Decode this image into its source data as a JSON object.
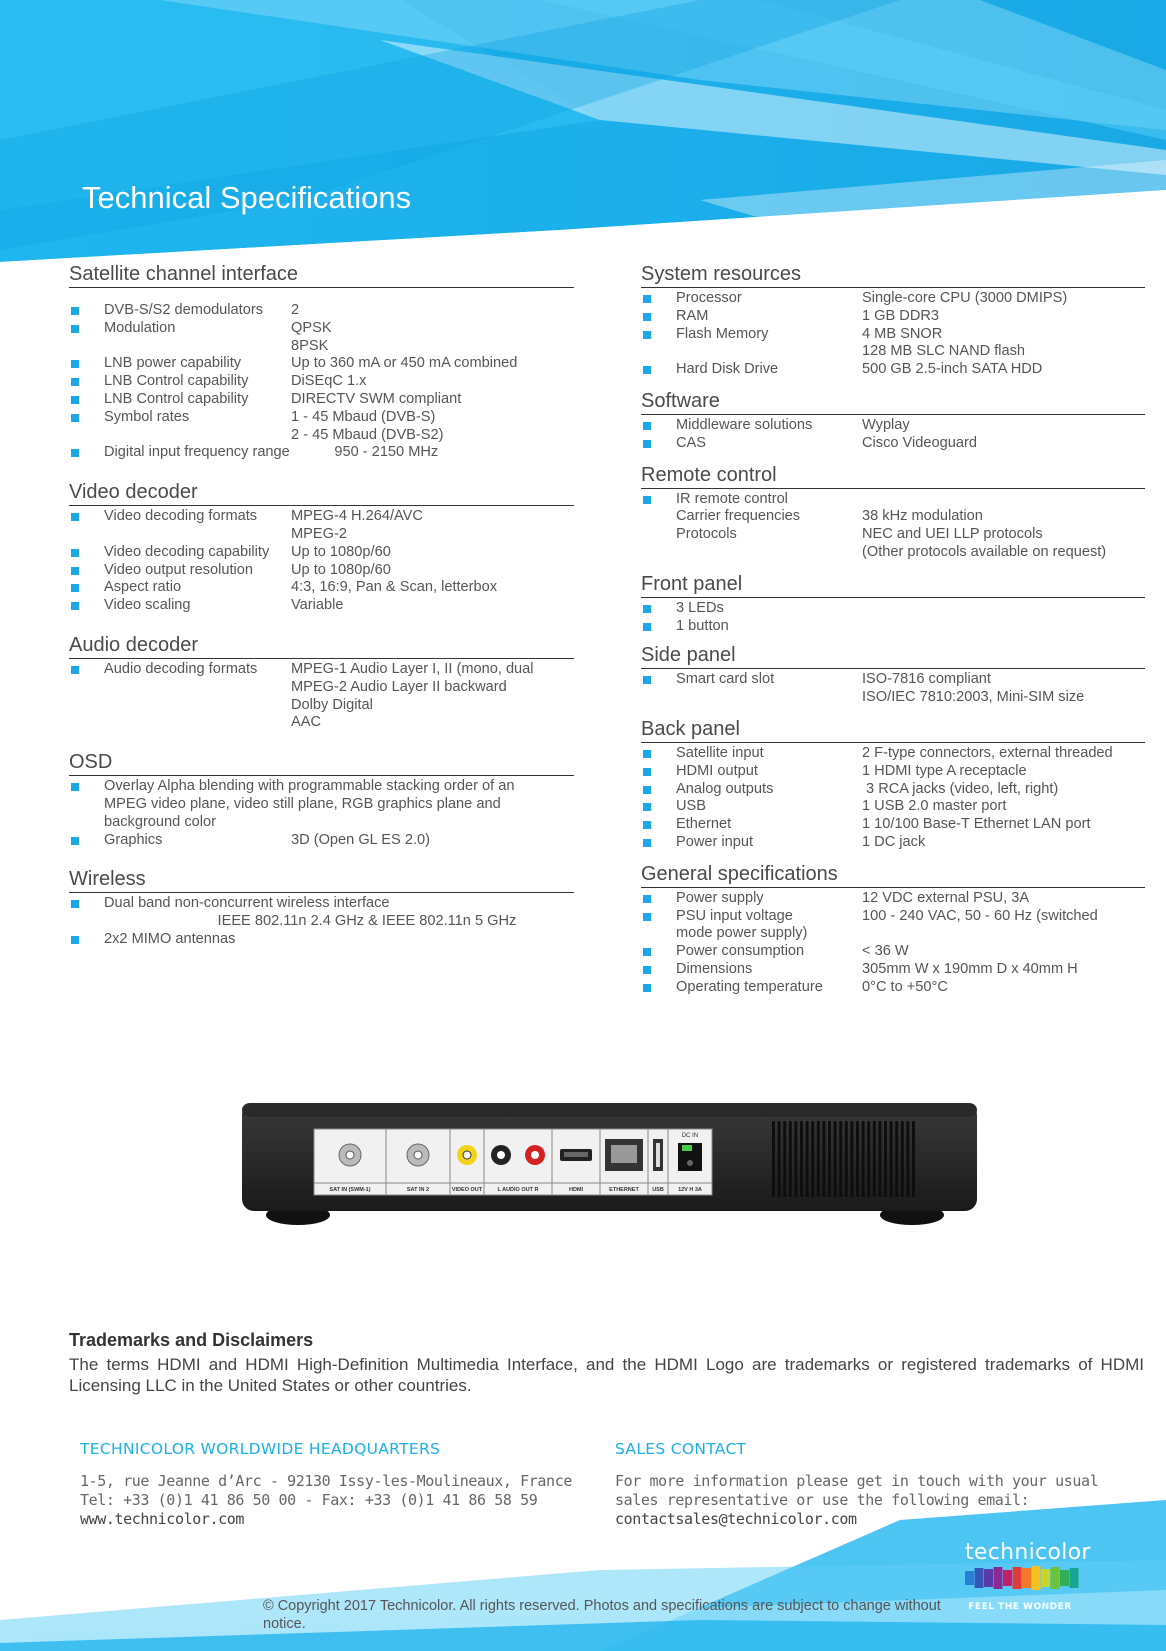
{
  "page": {
    "title": "Technical Specifications"
  },
  "left_sections": [
    {
      "title": "Satellite channel interface",
      "rows": [
        {
          "bullet": true,
          "label": "DVB-S/S2 demodulators",
          "value": "2"
        },
        {
          "bullet": true,
          "label": "Modulation",
          "value": "QPSK"
        },
        {
          "bullet": false,
          "label": "",
          "value": "8PSK"
        },
        {
          "bullet": true,
          "label": "LNB power capability",
          "value": "Up to 360 mA or 450 mA combined"
        },
        {
          "bullet": true,
          "label": "LNB Control capability",
          "value": "DiSEqC 1.x"
        },
        {
          "bullet": true,
          "label": "LNB Control capability",
          "value": "DIRECTV SWM compliant"
        },
        {
          "bullet": true,
          "label": "Symbol rates",
          "value": "1 - 45 Mbaud (DVB-S)"
        },
        {
          "bullet": false,
          "label": "",
          "value": "2 - 45 Mbaud (DVB-S2)"
        },
        {
          "bullet": true,
          "full": "Digital input frequency range           950 - 2150 MHz"
        }
      ]
    },
    {
      "title": "Video decoder",
      "rows": [
        {
          "bullet": true,
          "label": "Video decoding formats",
          "value": "MPEG-4 H.264/AVC"
        },
        {
          "bullet": false,
          "label": "",
          "value": "MPEG-2"
        },
        {
          "bullet": false,
          "label": "",
          "value": ""
        },
        {
          "bullet": true,
          "label": "Video decoding capability",
          "value": "Up to 1080p/60"
        },
        {
          "bullet": true,
          "label": "Video output resolution",
          "value": "Up to 1080p/60"
        },
        {
          "bullet": true,
          "label": "Aspect ratio",
          "value": "4:3, 16:9, Pan & Scan, letterbox"
        },
        {
          "bullet": true,
          "label": "Video scaling",
          "value": "Variable"
        }
      ]
    },
    {
      "title": "Audio decoder",
      "rows": [
        {
          "bullet": true,
          "label": "Audio decoding formats",
          "value": "MPEG-1 Audio Layer I, II (mono, dual"
        },
        {
          "bullet": false,
          "label": "",
          "value": "MPEG-2 Audio Layer II backward"
        },
        {
          "bullet": false,
          "label": "",
          "value": "Dolby Digital"
        },
        {
          "bullet": false,
          "label": "",
          "value": "AAC"
        }
      ]
    },
    {
      "title": "OSD",
      "rows": [
        {
          "bullet": true,
          "full": "Overlay Alpha blending with programmable stacking order of an"
        },
        {
          "bullet": false,
          "full": "MPEG video plane, video still plane, RGB graphics plane and"
        },
        {
          "bullet": false,
          "full": "background color"
        },
        {
          "bullet": true,
          "label": "Graphics",
          "value": "3D (Open GL ES 2.0)"
        }
      ]
    },
    {
      "title": "Wireless",
      "rows": [
        {
          "bullet": true,
          "full": "Dual band non-concurrent wireless interface"
        },
        {
          "bullet": false,
          "full": "                            IEEE 802.11n 2.4 GHz & IEEE 802.11n 5 GHz"
        },
        {
          "bullet": true,
          "full": "2x2 MIMO antennas"
        }
      ]
    }
  ],
  "right_sections": [
    {
      "title": "System resources",
      "rows": [
        {
          "bullet": true,
          "label": "Processor",
          "value": "Single-core CPU (3000 DMIPS)"
        },
        {
          "bullet": true,
          "label": "RAM",
          "value": "1 GB DDR3"
        },
        {
          "bullet": true,
          "label": "Flash Memory",
          "value": "4 MB SNOR"
        },
        {
          "bullet": false,
          "label": "",
          "value": "128 MB SLC NAND flash"
        },
        {
          "bullet": true,
          "label": "Hard Disk Drive",
          "value": "500 GB 2.5-inch SATA HDD"
        }
      ]
    },
    {
      "title": "Software",
      "rows": [
        {
          "bullet": true,
          "label": "Middleware solutions",
          "value": "Wyplay"
        },
        {
          "bullet": true,
          "label": "CAS",
          "value": "Cisco Videoguard"
        }
      ]
    },
    {
      "title": "Remote control",
      "rows": [
        {
          "bullet": true,
          "label": "IR remote control",
          "value": ""
        },
        {
          "bullet": false,
          "label": "Carrier frequencies",
          "value": "38 kHz modulation"
        },
        {
          "bullet": false,
          "label": "Protocols",
          "value": "NEC and UEI LLP protocols"
        },
        {
          "bullet": false,
          "label": "",
          "value": "(Other protocols available on request)"
        }
      ]
    },
    {
      "title": "Front panel",
      "rows": [
        {
          "bullet": true,
          "full": "3 LEDs"
        },
        {
          "bullet": true,
          "full": "1 button"
        }
      ]
    },
    {
      "title": "Side panel",
      "rows": [
        {
          "bullet": true,
          "label": "Smart card slot",
          "value": "ISO-7816 compliant"
        },
        {
          "bullet": false,
          "label": "",
          "value": "ISO/IEC 7810:2003, Mini-SIM size"
        }
      ]
    },
    {
      "title": "Back panel",
      "rows": [
        {
          "bullet": true,
          "label": "Satellite input",
          "value": "2 F-type connectors, external threaded"
        },
        {
          "bullet": true,
          "label": "HDMI output",
          "value": "1 HDMI type A receptacle"
        },
        {
          "bullet": true,
          "label": "Analog outputs",
          "value": " 3 RCA jacks (video, left, right)"
        },
        {
          "bullet": true,
          "label": "USB",
          "value": "1 USB 2.0 master port"
        },
        {
          "bullet": true,
          "label": "Ethernet",
          "value": "1 10/100 Base-T Ethernet LAN port"
        },
        {
          "bullet": true,
          "label": "Power input",
          "value": "1 DC jack"
        }
      ]
    },
    {
      "title": "General specifications",
      "rows": [
        {
          "bullet": true,
          "label": "Power supply",
          "value": "12 VDC external PSU, 3A"
        },
        {
          "bullet": true,
          "label": "PSU input voltage",
          "value": "100 - 240 VAC, 50 - 60 Hz (switched"
        },
        {
          "bullet": false,
          "label": "mode power supply)",
          "value": ""
        },
        {
          "bullet": true,
          "label": "Power consumption",
          "value": "< 36 W"
        },
        {
          "bullet": true,
          "label": "Dimensions",
          "value": "305mm W x 190mm D x 40mm H"
        },
        {
          "bullet": true,
          "label": "Operating temperature",
          "value": "0°C to +50°C"
        }
      ]
    }
  ],
  "device": {
    "port_labels": [
      "SAT IN (SWM-1)",
      "SAT IN 2",
      "VIDEO OUT",
      "L AUDIO OUT R",
      "HDMI",
      "ETHERNET",
      "USB",
      "12V  H 3A"
    ],
    "dc_label": "DC IN"
  },
  "trademarks": {
    "title": "Trademarks and Disclaimers",
    "text": "The terms HDMI and HDMI High-Definition Multimedia Interface, and the HDMI Logo are trademarks or registered trademarks of HDMI Licensing LLC in the United States or other countries."
  },
  "headquarters": {
    "heading": "TECHNICOLOR WORLDWIDE HEADQUARTERS",
    "address": "1-5, rue Jeanne d’Arc - 92130 Issy-les-Moulineaux, France Tel: +33 (0)1 41 86 50 00 - Fax: +33 (0)1 41 86 58 59",
    "website": "www.technicolor.com"
  },
  "sales": {
    "heading": "SALES CONTACT",
    "text": "For more information please get in touch with your usual sales representative or use the following email:",
    "email": "contactsales@technicolor.com"
  },
  "footer": {
    "copyright": "© Copyright 2017 Technicolor. All rights reserved. Photos and specifications are subject to change without notice.",
    "logo_word": "technicolor",
    "logo_tagline": "FEEL THE WONDER",
    "logo_colors": [
      "#2a7fd4",
      "#3457b8",
      "#5a3aa8",
      "#8a2b95",
      "#c41e6a",
      "#e03a3a",
      "#f07a2a",
      "#f5c022",
      "#c8d62a",
      "#6cc23a",
      "#2fae55",
      "#18a592"
    ]
  }
}
